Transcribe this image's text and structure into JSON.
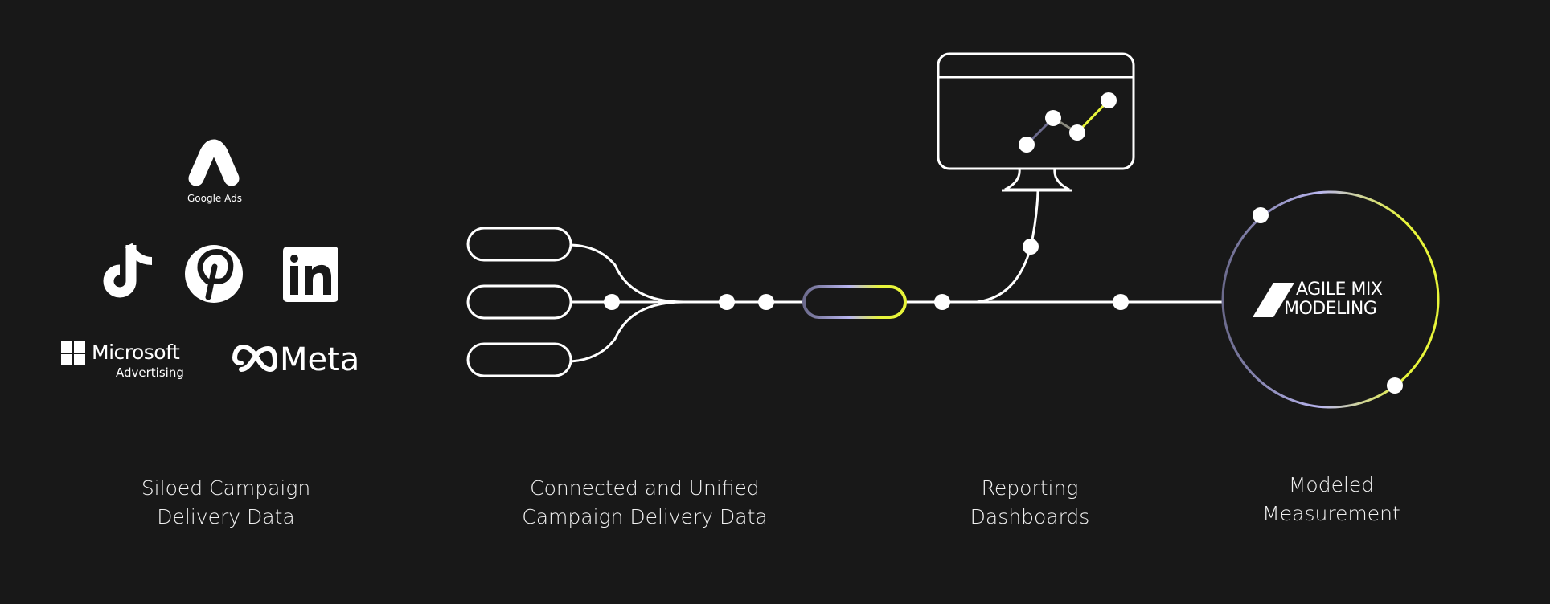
{
  "logos": {
    "google_ads": "Google Ads",
    "microsoft_name": "Microsoft",
    "microsoft_sub": "Advertising",
    "meta": "Meta",
    "linkedin": "in"
  },
  "center_logo": {
    "line1": "AGILE MIX",
    "line2": "MODELING"
  },
  "captions": {
    "siloed": {
      "line1": "Siloed Campaign",
      "line2": "Delivery Data"
    },
    "unified": {
      "line1": "Connected and Unified",
      "line2": "Campaign Delivery Data"
    },
    "reporting": {
      "line1": "Reporting",
      "line2": "Dashboards"
    },
    "modeled": {
      "line1": "Modeled",
      "line2": "Measurement"
    }
  },
  "colors": {
    "background": "#181818",
    "stroke": "#ffffff",
    "gradient_start": "#6b6a8c",
    "gradient_mid": "#b9b6f0",
    "gradient_end": "#e8f53a"
  }
}
